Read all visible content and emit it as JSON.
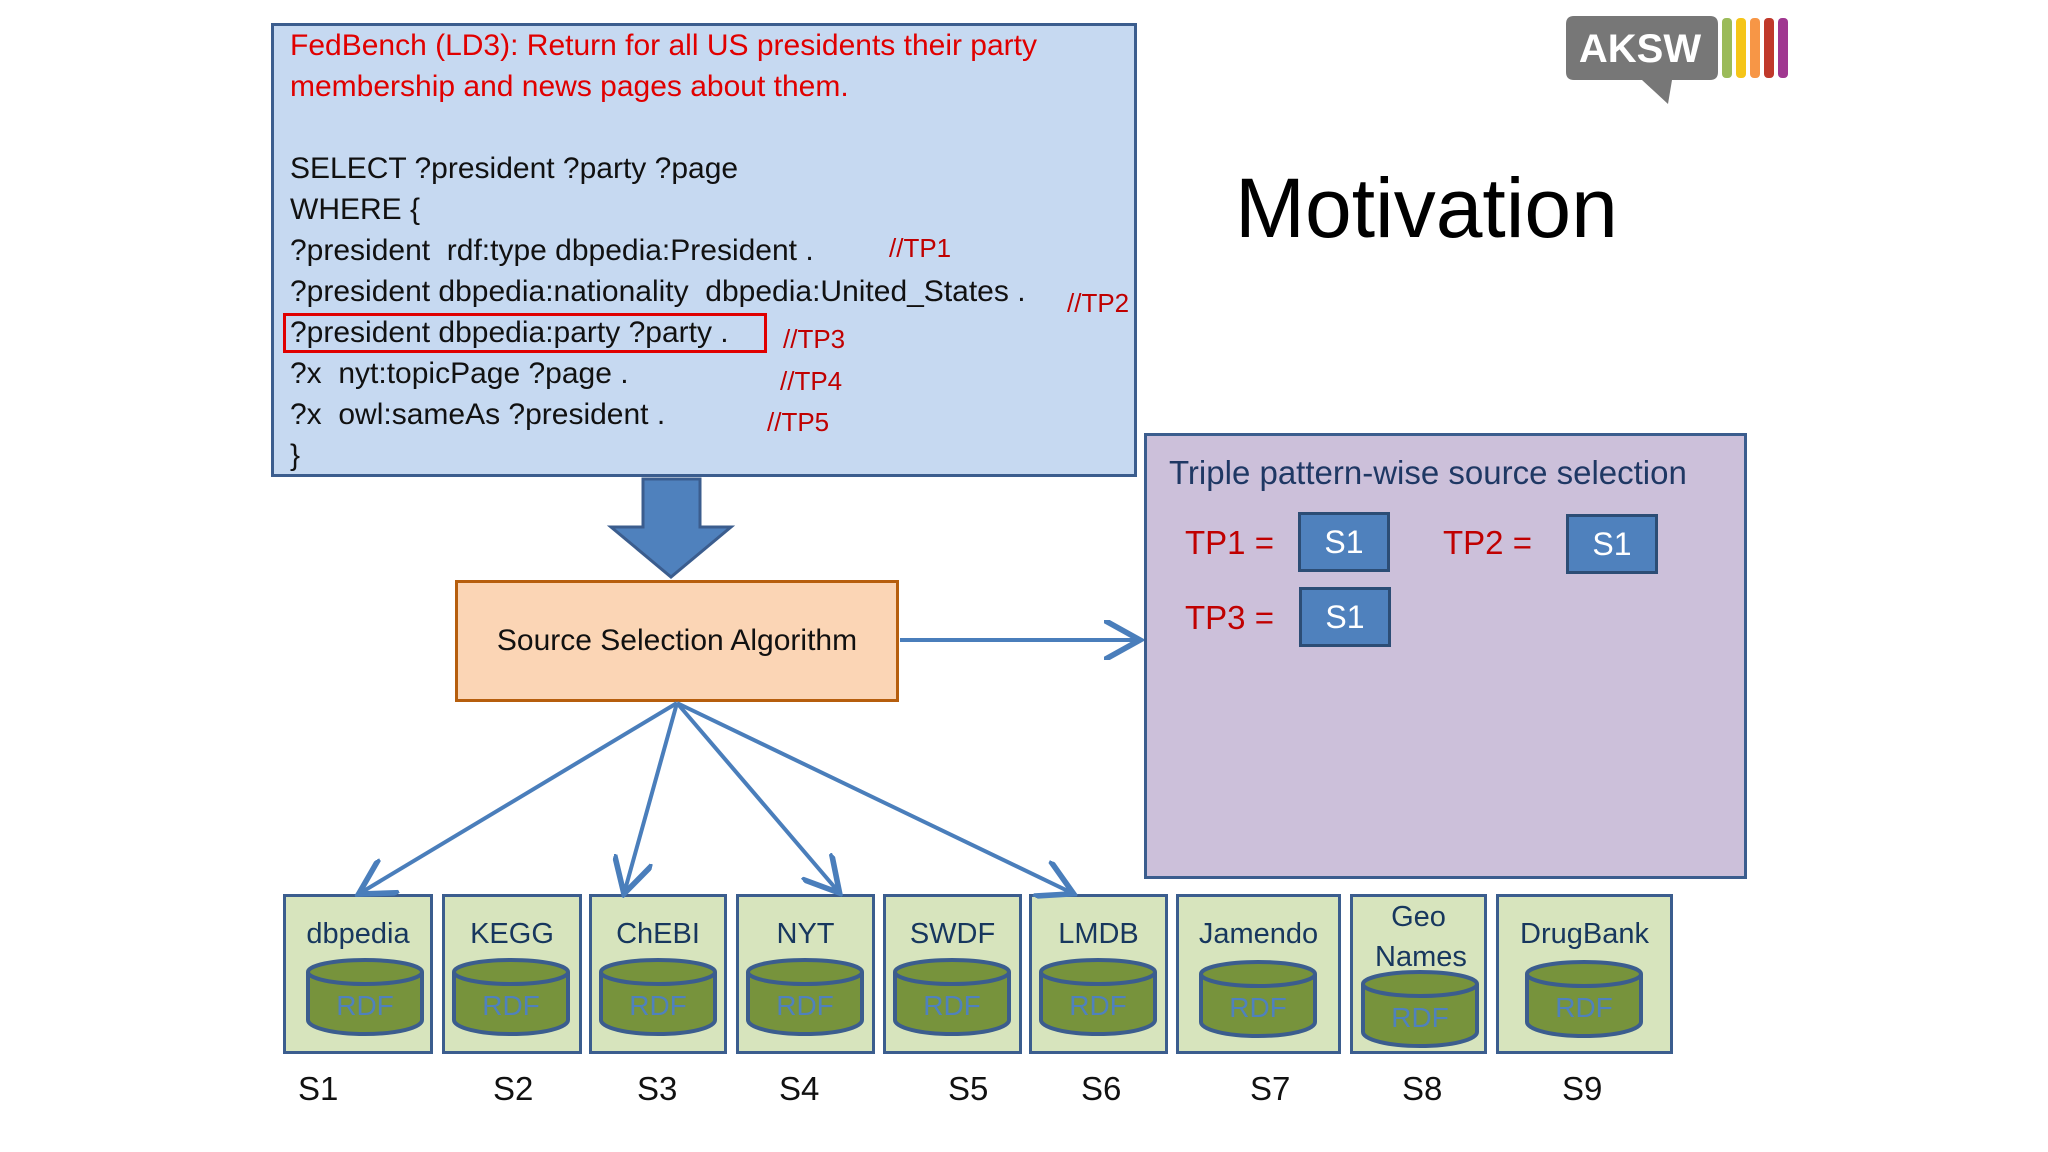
{
  "query": {
    "title_lines": [
      "FedBench (LD3): Return for all US presidents their party",
      "membership and news pages about them."
    ],
    "lines": [
      "SELECT ?president ?party ?page",
      "WHERE {",
      "?president  rdf:type dbpedia:President .",
      "?president dbpedia:nationality  dbpedia:United_States .",
      "?president dbpedia:party ?party .",
      "?x  nyt:topicPage ?page .",
      "?x  owl:sameAs ?president .",
      "}"
    ],
    "tp_comments": [
      "//TP1",
      "//TP2",
      "//TP3",
      "//TP4",
      "//TP5"
    ]
  },
  "logo": {
    "text": "AKSW"
  },
  "title": "Motivation",
  "algorithm": {
    "label": "Source Selection Algorithm"
  },
  "result": {
    "title": "Triple pattern-wise source selection",
    "assignments": [
      {
        "label": "TP1 =",
        "source": "S1"
      },
      {
        "label": "TP2 =",
        "source": "S1"
      },
      {
        "label": "TP3 =",
        "source": "S1"
      }
    ]
  },
  "sources": [
    {
      "name": "dbpedia",
      "id": "S1"
    },
    {
      "name": "KEGG",
      "id": "S2"
    },
    {
      "name": "ChEBI",
      "id": "S3"
    },
    {
      "name": "NYT",
      "id": "S4"
    },
    {
      "name": "SWDF",
      "id": "S5"
    },
    {
      "name": "LMDB",
      "id": "S6"
    },
    {
      "name": "Jamendo",
      "id": "S7"
    },
    {
      "name": "Geo Names",
      "id": "S8"
    },
    {
      "name": "DrugBank",
      "id": "S9"
    }
  ],
  "rdf_label": "RDF",
  "colors": {
    "query_fill": "#c6d9f1",
    "title_red": "#e00000",
    "panel_fill": "#ccc0da",
    "source_blue": "#4f81bd",
    "algo_fill": "#fbd5b5",
    "source_fill": "#d7e4bd",
    "cylinder_fill": "#77933c"
  }
}
